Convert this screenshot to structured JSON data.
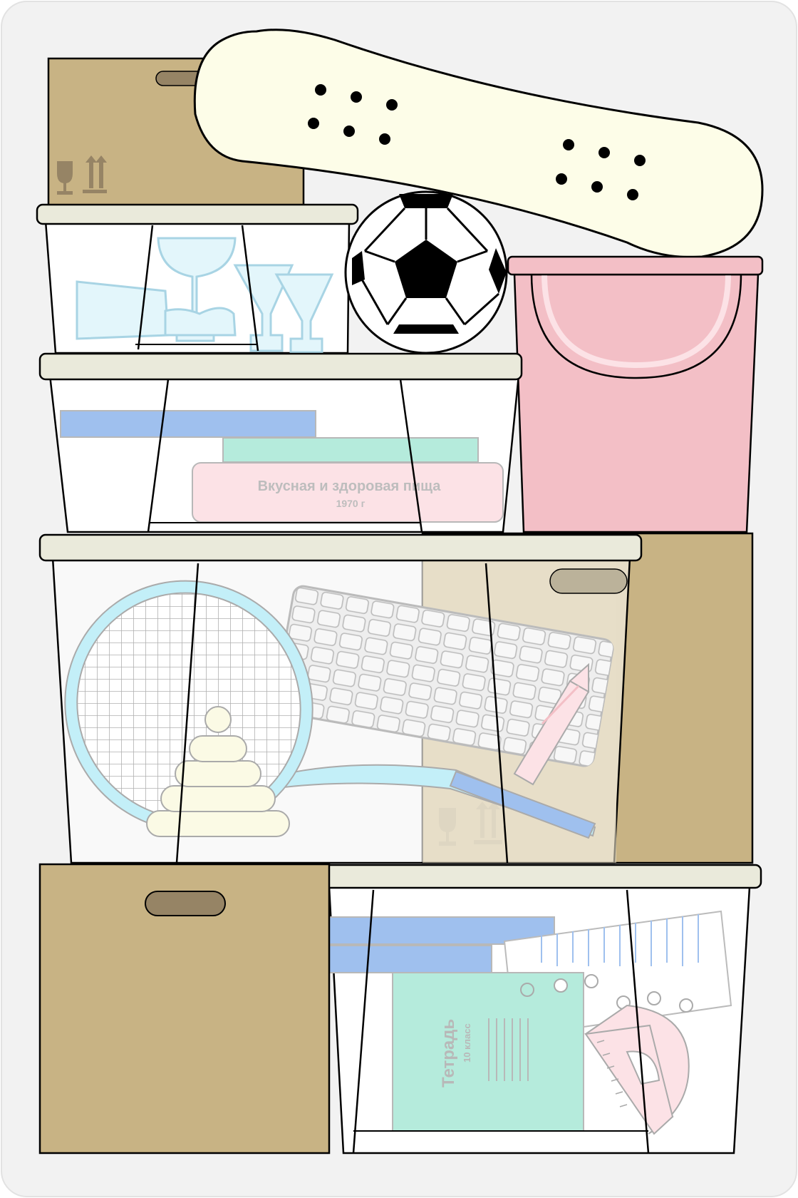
{
  "colors": {
    "page_background": "#f2f2f2",
    "cardboard": "#c8b384",
    "cardboard_handle": "#968465",
    "lid": "#eaeadb",
    "snowboard": "#fdfde8",
    "bucket": "#f3bfc6",
    "glass": "#e3f6fb",
    "book_blue": "#9fc0ee",
    "book_mint": "#b5ebdc",
    "book_pink": "#fce2e6",
    "keyboard": "#eeeeee",
    "racket": "#c3eff8",
    "pyramid": "#fbfae5"
  },
  "items": {
    "cookbook": {
      "title": "Вкусная и здоровая пища",
      "year": "1970 г"
    },
    "notebook": {
      "title": "Тетрадь",
      "grade": "10 класс"
    }
  },
  "icons": [
    "fragile-glass-icon",
    "this-way-up-icon"
  ]
}
